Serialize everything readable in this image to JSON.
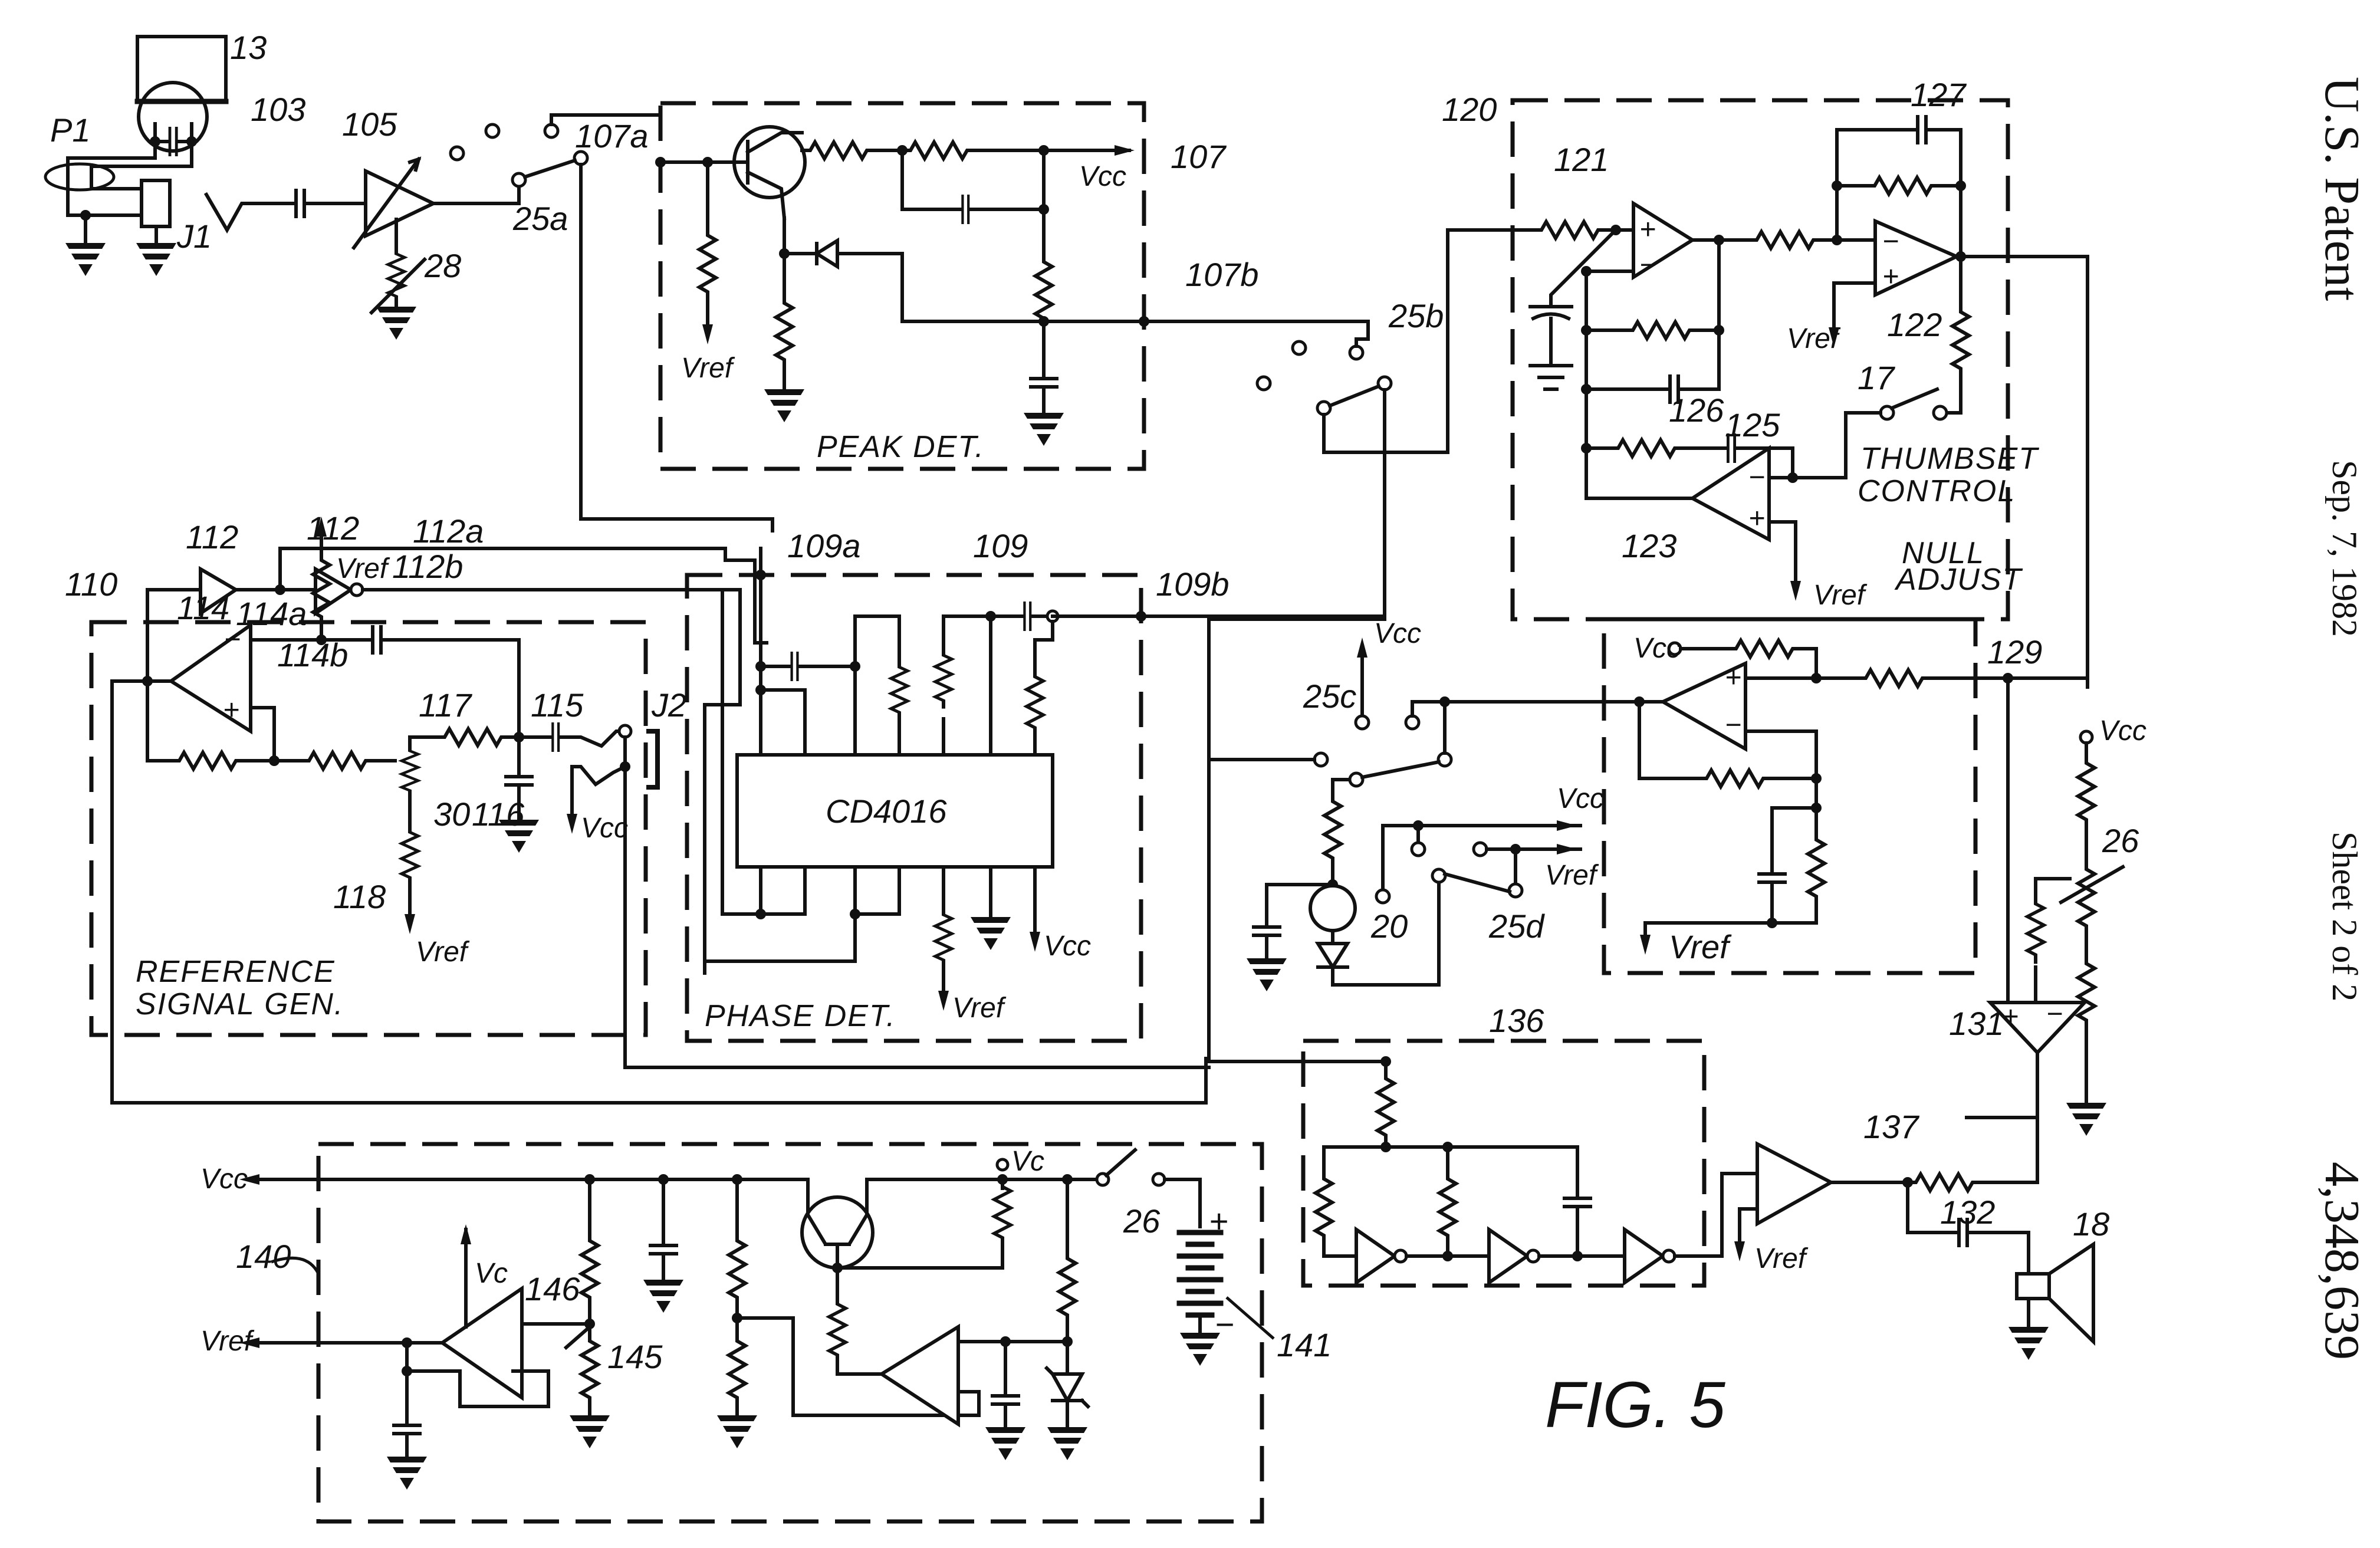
{
  "header": {
    "title": "U.S. Patent",
    "date": "Sep. 7, 1982",
    "sheet": "Sheet 2 of 2",
    "patent_number": "4,348,639"
  },
  "figure": {
    "caption": "FIG. 5"
  },
  "rails": {
    "vcc": "Vcc",
    "vref": "Vref",
    "vc": "Vc"
  },
  "blocks": {
    "peak_det": {
      "ref": "107",
      "title": "PEAK DET.",
      "in": "107a",
      "out": "107b"
    },
    "phase_det": {
      "ref": "109",
      "title": "PHASE DET.",
      "in": "109a",
      "out": "109b",
      "ic": "CD4016"
    },
    "ref_gen": {
      "ref": "110",
      "title_line1": "REFERENCE",
      "title_line2": "SIGNAL GEN."
    },
    "null_adjust": {
      "ref": "120",
      "title_line1": "NULL",
      "title_line2": "ADJUST",
      "thumbset_line1": "THUMBSET",
      "thumbset_line2": "CONTROL"
    },
    "oscillator": {
      "ref": "136"
    },
    "power_supply": {
      "ref": "140"
    }
  },
  "labels": {
    "probe_housing": "13",
    "transducer": "103",
    "probe": "P1",
    "jack1": "J1",
    "amp": "105",
    "gain_pot": "28",
    "sw_a": "25a",
    "sw_b": "25b",
    "sw_c": "25c",
    "sw_d": "25d",
    "buffer": "112",
    "inverter": "112",
    "line_a": "112a",
    "line_b": "112b",
    "opamp114": "114",
    "opamp114a": "114a",
    "opamp114b": "114b",
    "cap115": "115",
    "cap116": "116",
    "res117": "117",
    "res118": "118",
    "pot30": "30",
    "jack2": "J2",
    "opamp121": "121",
    "opamp122": "122",
    "opamp123": "123",
    "cap125": "125",
    "cap126": "126",
    "cap127": "127",
    "switch17": "17",
    "node129": "129",
    "meter20": "20",
    "pot26": "26",
    "comp131": "131",
    "res132": "132",
    "amp137": "137",
    "speaker18": "18",
    "battery141": "141",
    "res145": "145",
    "opamp146": "146",
    "switch26": "26",
    "plus": "+",
    "minus": "−",
    "plus_sign": "+",
    "minus_sign": "−"
  }
}
